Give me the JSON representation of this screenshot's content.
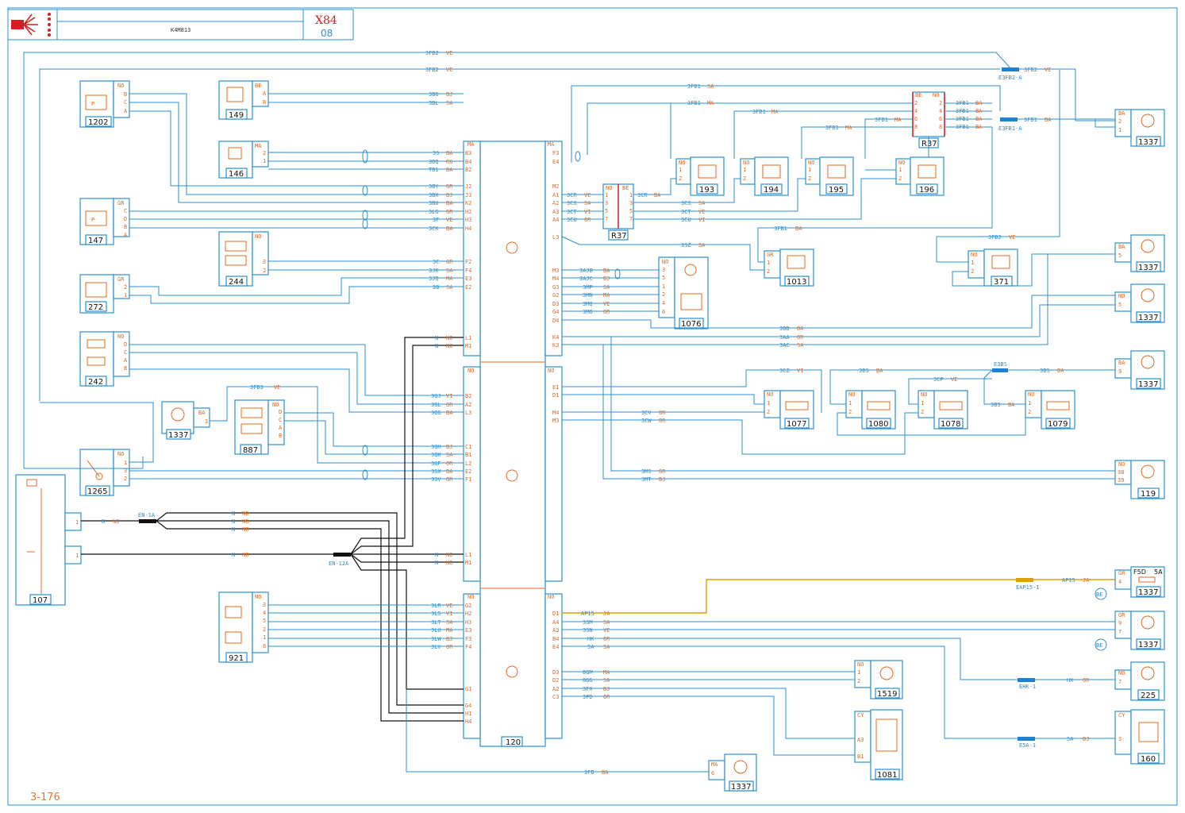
{
  "header": {
    "model_code": "K4M813",
    "vehicle_code": "X84",
    "sheet": "08"
  },
  "footer": {
    "page_ref": "3-176"
  },
  "ecu": {
    "id": "120"
  },
  "components": [
    {
      "id": "1202",
      "pins_label": "NO",
      "pins": [
        "B",
        "C",
        "A"
      ]
    },
    {
      "id": "149",
      "pins_label": "BE",
      "pins": [
        "A",
        "B"
      ]
    },
    {
      "id": "146",
      "pins_label": "MA",
      "pins": [
        "2",
        "1"
      ]
    },
    {
      "id": "147",
      "pins_label": "GR",
      "pins": [
        "C",
        "D",
        "B",
        "A"
      ]
    },
    {
      "id": "244",
      "pins_label": "NO",
      "pins": [
        "3",
        "2"
      ]
    },
    {
      "id": "272",
      "pins_label": "GR",
      "pins": [
        "2",
        "1"
      ]
    },
    {
      "id": "242",
      "pins_label": "NO",
      "pins": [
        "D",
        "C",
        "A",
        "B"
      ]
    },
    {
      "id": "1337",
      "pins_label": "BA",
      "pins": [
        "3"
      ]
    },
    {
      "id": "887",
      "pins_label": "NO",
      "pins": [
        "D",
        "C",
        "A",
        "B"
      ]
    },
    {
      "id": "1265",
      "pins_label": "NO",
      "pins": [
        "1",
        "3",
        "2"
      ]
    },
    {
      "id": "107",
      "pins_label": "",
      "pins": [
        "1",
        "1"
      ]
    },
    {
      "id": "921",
      "pins_label": "NO",
      "pins": [
        "3",
        "4",
        "5",
        "2",
        "1",
        "6"
      ]
    },
    {
      "id": "193",
      "pins_label": "NO",
      "pins": [
        "1",
        "2"
      ]
    },
    {
      "id": "194",
      "pins_label": "NO",
      "pins": [
        "1",
        "2"
      ]
    },
    {
      "id": "195",
      "pins_label": "NO",
      "pins": [
        "1",
        "2"
      ]
    },
    {
      "id": "196",
      "pins_label": "NO",
      "pins": [
        "1",
        "2"
      ]
    },
    {
      "id": "R37",
      "pins_label": "NO BE",
      "pins": [
        "1",
        "3",
        "5",
        "7"
      ]
    },
    {
      "id": "1076",
      "pins_label": "NO",
      "pins": [
        "3",
        "5",
        "1",
        "2",
        "4",
        "6"
      ]
    },
    {
      "id": "1013",
      "pins_label": "GR",
      "pins": [
        "1",
        "2"
      ]
    },
    {
      "id": "371",
      "pins_label": "NO",
      "pins": [
        "1",
        "2"
      ]
    },
    {
      "id": "1077",
      "pins_label": "NO",
      "pins": [
        "1",
        "2"
      ]
    },
    {
      "id": "1080",
      "pins_label": "NO",
      "pins": [
        "1",
        "2"
      ]
    },
    {
      "id": "1078",
      "pins_label": "NO",
      "pins": [
        "1",
        "2"
      ]
    },
    {
      "id": "1079",
      "pins_label": "NO",
      "pins": [
        "1",
        "2"
      ]
    },
    {
      "id": "119",
      "pins_label": "NO",
      "pins": [
        "38",
        "39"
      ]
    },
    {
      "id": "1519",
      "pins_label": "NO",
      "pins": [
        "1",
        "2"
      ]
    },
    {
      "id": "1081",
      "pins_label": "CY",
      "pins": [
        "A3",
        "B1"
      ]
    },
    {
      "id": "225",
      "pins_label": "NO",
      "pins": [
        "7"
      ]
    },
    {
      "id": "160",
      "pins_label": "CY",
      "pins": [
        "3"
      ]
    }
  ],
  "connectors": [
    "E3FB2-A",
    "E3FB1-A",
    "E3BS",
    "EN-1A",
    "EN-12A",
    "EAP15-1",
    "EHK-1",
    "E5A-1",
    "F5D",
    "5A",
    "BE"
  ],
  "wires": [
    {
      "code": "3FB2",
      "color": "VE"
    },
    {
      "code": "3FB1",
      "color": "SA"
    },
    {
      "code": "3FB1",
      "color": "MA"
    },
    {
      "code": "3FB1",
      "color": "BA"
    },
    {
      "code": "3BG",
      "color": "BJ"
    },
    {
      "code": "3BL",
      "color": "SA"
    },
    {
      "code": "3S",
      "color": "BA"
    },
    {
      "code": "3DQ",
      "color": "RG"
    },
    {
      "code": "TB1",
      "color": "BA"
    },
    {
      "code": "3BY",
      "color": "GR"
    },
    {
      "code": "3BX",
      "color": "BJ"
    },
    {
      "code": "3BU",
      "color": "BA"
    },
    {
      "code": "3LG",
      "color": "GR"
    },
    {
      "code": "3F",
      "color": "VE"
    },
    {
      "code": "3CK",
      "color": "BA"
    },
    {
      "code": "3C",
      "color": "GR"
    },
    {
      "code": "3JK",
      "color": "SA"
    },
    {
      "code": "3JQ",
      "color": "MA"
    },
    {
      "code": "3B",
      "color": "SA"
    },
    {
      "code": "N",
      "color": "NO"
    },
    {
      "code": "3GJ",
      "color": "VI"
    },
    {
      "code": "3GL",
      "color": "GR"
    },
    {
      "code": "3GG",
      "color": "BA"
    },
    {
      "code": "3FB3",
      "color": "VE"
    },
    {
      "code": "3GH",
      "color": "BJ"
    },
    {
      "code": "3GK",
      "color": "SA"
    },
    {
      "code": "3GF",
      "color": "OR"
    },
    {
      "code": "3SX",
      "color": "BA"
    },
    {
      "code": "3SV",
      "color": "OR"
    },
    {
      "code": "3LR",
      "color": "VE"
    },
    {
      "code": "3LS",
      "color": "VI"
    },
    {
      "code": "3LT",
      "color": "SA"
    },
    {
      "code": "3LU",
      "color": "MA"
    },
    {
      "code": "3LW",
      "color": "BJ"
    },
    {
      "code": "3LV",
      "color": "OR"
    },
    {
      "code": "3CR",
      "color": "VE"
    },
    {
      "code": "3CS",
      "color": "SA"
    },
    {
      "code": "3CT",
      "color": "VI"
    },
    {
      "code": "3CU",
      "color": "OR"
    },
    {
      "code": "3SZ",
      "color": "SA"
    },
    {
      "code": "3AJB",
      "color": "BA"
    },
    {
      "code": "3AJC",
      "color": "BJ"
    },
    {
      "code": "3MP",
      "color": "SA"
    },
    {
      "code": "3MN",
      "color": "MA"
    },
    {
      "code": "3MQ",
      "color": "VE"
    },
    {
      "code": "3MO",
      "color": "OR"
    },
    {
      "code": "3BB",
      "color": "BA"
    },
    {
      "code": "3AA",
      "color": "OR"
    },
    {
      "code": "3AC",
      "color": "SA"
    },
    {
      "code": "3CZ",
      "color": "VI"
    },
    {
      "code": "3BS",
      "color": "BA"
    },
    {
      "code": "3CP",
      "color": "VE"
    },
    {
      "code": "3CV",
      "color": "OR"
    },
    {
      "code": "3CW",
      "color": "OR"
    },
    {
      "code": "3MS",
      "color": "GR"
    },
    {
      "code": "3MT",
      "color": "BJ"
    },
    {
      "code": "AP15",
      "color": "JA"
    },
    {
      "code": "3SM",
      "color": "SA"
    },
    {
      "code": "3SN",
      "color": "VE"
    },
    {
      "code": "HK",
      "color": "OR"
    },
    {
      "code": "5A",
      "color": "BJ"
    },
    {
      "code": "8GM",
      "color": "MA"
    },
    {
      "code": "8GG",
      "color": "SA"
    },
    {
      "code": "3FX",
      "color": "BJ"
    },
    {
      "code": "3PD",
      "color": "OR"
    },
    {
      "code": "3FB",
      "color": "BA"
    }
  ],
  "colors": {
    "wire": "#2a8fd0",
    "label": "#e06a20",
    "ground": "#111111",
    "feed": "#e0a000",
    "accent": "#d02020"
  }
}
